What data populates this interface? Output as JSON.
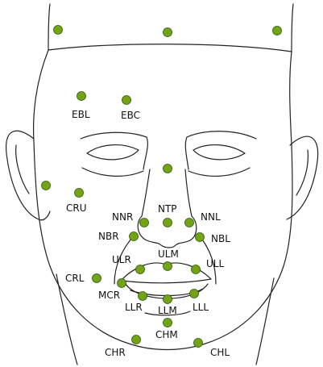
{
  "colors": {
    "outline": "#222222",
    "marker": "#74a317",
    "marker_edge": "#2e5a0a",
    "label": "#111111"
  },
  "markers": {
    "head_1": "",
    "head_2": "",
    "head_3": "",
    "nose_bridge": "",
    "left_cheek": "",
    "EBL": "EBL",
    "EBC": "EBC",
    "CRU": "CRU",
    "NTP": "NTP",
    "NNR": "NNR",
    "NNL": "NNL",
    "NBR": "NBR",
    "NBL": "NBL",
    "ULM": "ULM",
    "ULR": "ULR",
    "ULL": "ULL",
    "CRL": "CRL",
    "MCR": "MCR",
    "LLR": "LLR",
    "LLM": "LLM",
    "LLL": "LLL",
    "CHM": "CHM",
    "CHR": "CHR",
    "CHL": "CHL"
  }
}
